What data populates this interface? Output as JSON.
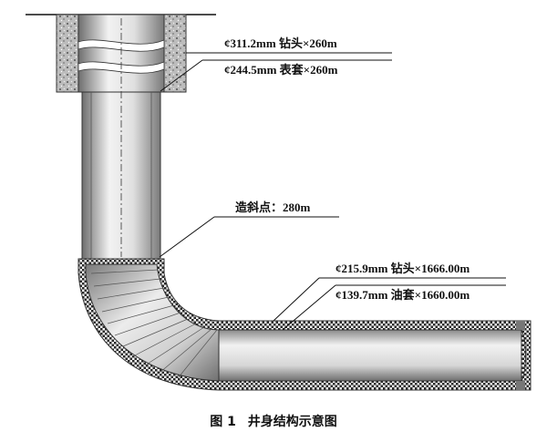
{
  "labels": {
    "surface_hole": "¢311.2mm 钻头×260m",
    "surface_casing": "¢244.5mm 表套×260m",
    "kickoff_point": "造斜点：280m",
    "production_hole": "¢215.9mm 钻头×1666.00m",
    "production_casing": "¢139.7mm 油套×1660.00m"
  },
  "caption": {
    "figure_no": "图 1",
    "title": "井身结构示意图"
  },
  "colors": {
    "cement_dark": "#2a2a2a",
    "cement_light": "#d8d8d8",
    "pipe_light": "#f2f2f2",
    "pipe_mid": "#bdbdbd",
    "pipe_dark": "#6e6e6e",
    "line": "#111111"
  }
}
